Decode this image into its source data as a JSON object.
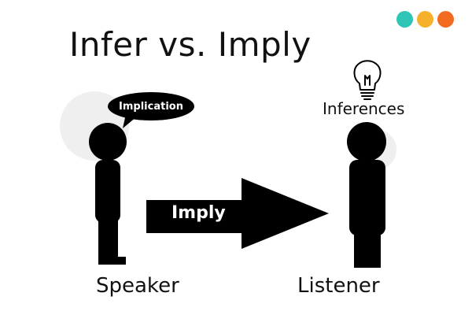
{
  "title": "Infer vs. Imply",
  "speaker": {
    "label": "Speaker",
    "bubble_text": "Implication"
  },
  "listener": {
    "label": "Listener",
    "thought_text": "Inferences"
  },
  "arrow": {
    "label": "Imply"
  },
  "colors": {
    "figure": "#000000",
    "background": "#ffffff",
    "halo": "#efefef",
    "dot_teal": "#2ec4b6",
    "dot_yellow": "#f7b02b",
    "dot_orange": "#f26b21"
  },
  "icons": {
    "brand_dots": "three-dots-icon",
    "idea": "lightbulb-icon"
  }
}
